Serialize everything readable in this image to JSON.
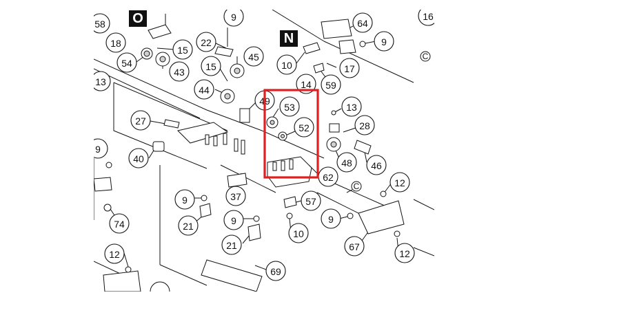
{
  "sections": {
    "o": "O",
    "n": "N"
  },
  "callouts": [
    "58",
    "18",
    "54",
    "15",
    "43",
    "9",
    "22",
    "15",
    "45",
    "44",
    "13",
    "27",
    "40",
    "49",
    "53",
    "52",
    "13",
    "28",
    "48",
    "46",
    "62",
    "64",
    "9",
    "10",
    "14",
    "17",
    "59",
    "9",
    "37",
    "57",
    "12",
    "10",
    "9",
    "21",
    "9",
    "21",
    "74",
    "69",
    "12",
    "67",
    "12",
    "9",
    "16"
  ],
  "refs": {
    "c1": "C",
    "c2": "C"
  },
  "highlight_color": "#e02020"
}
